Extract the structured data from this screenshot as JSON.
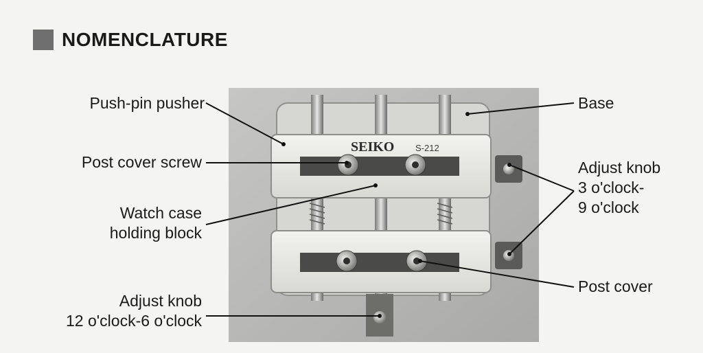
{
  "heading": {
    "title": "NOMENCLATURE"
  },
  "device": {
    "brand": "SEIKO",
    "model": "S-212"
  },
  "labels": {
    "push_pin_pusher": "Push-pin pusher",
    "post_cover_screw": "Post cover screw",
    "watch_case_holding_block": [
      "Watch case",
      "holding block"
    ],
    "adjust_knob_vertical": [
      "Adjust knob",
      "12 o'clock-6 o'clock"
    ],
    "base": "Base",
    "adjust_knob_horizontal": [
      "Adjust knob",
      "3 o'clock-",
      "9 o'clock"
    ],
    "post_cover": "Post cover"
  }
}
